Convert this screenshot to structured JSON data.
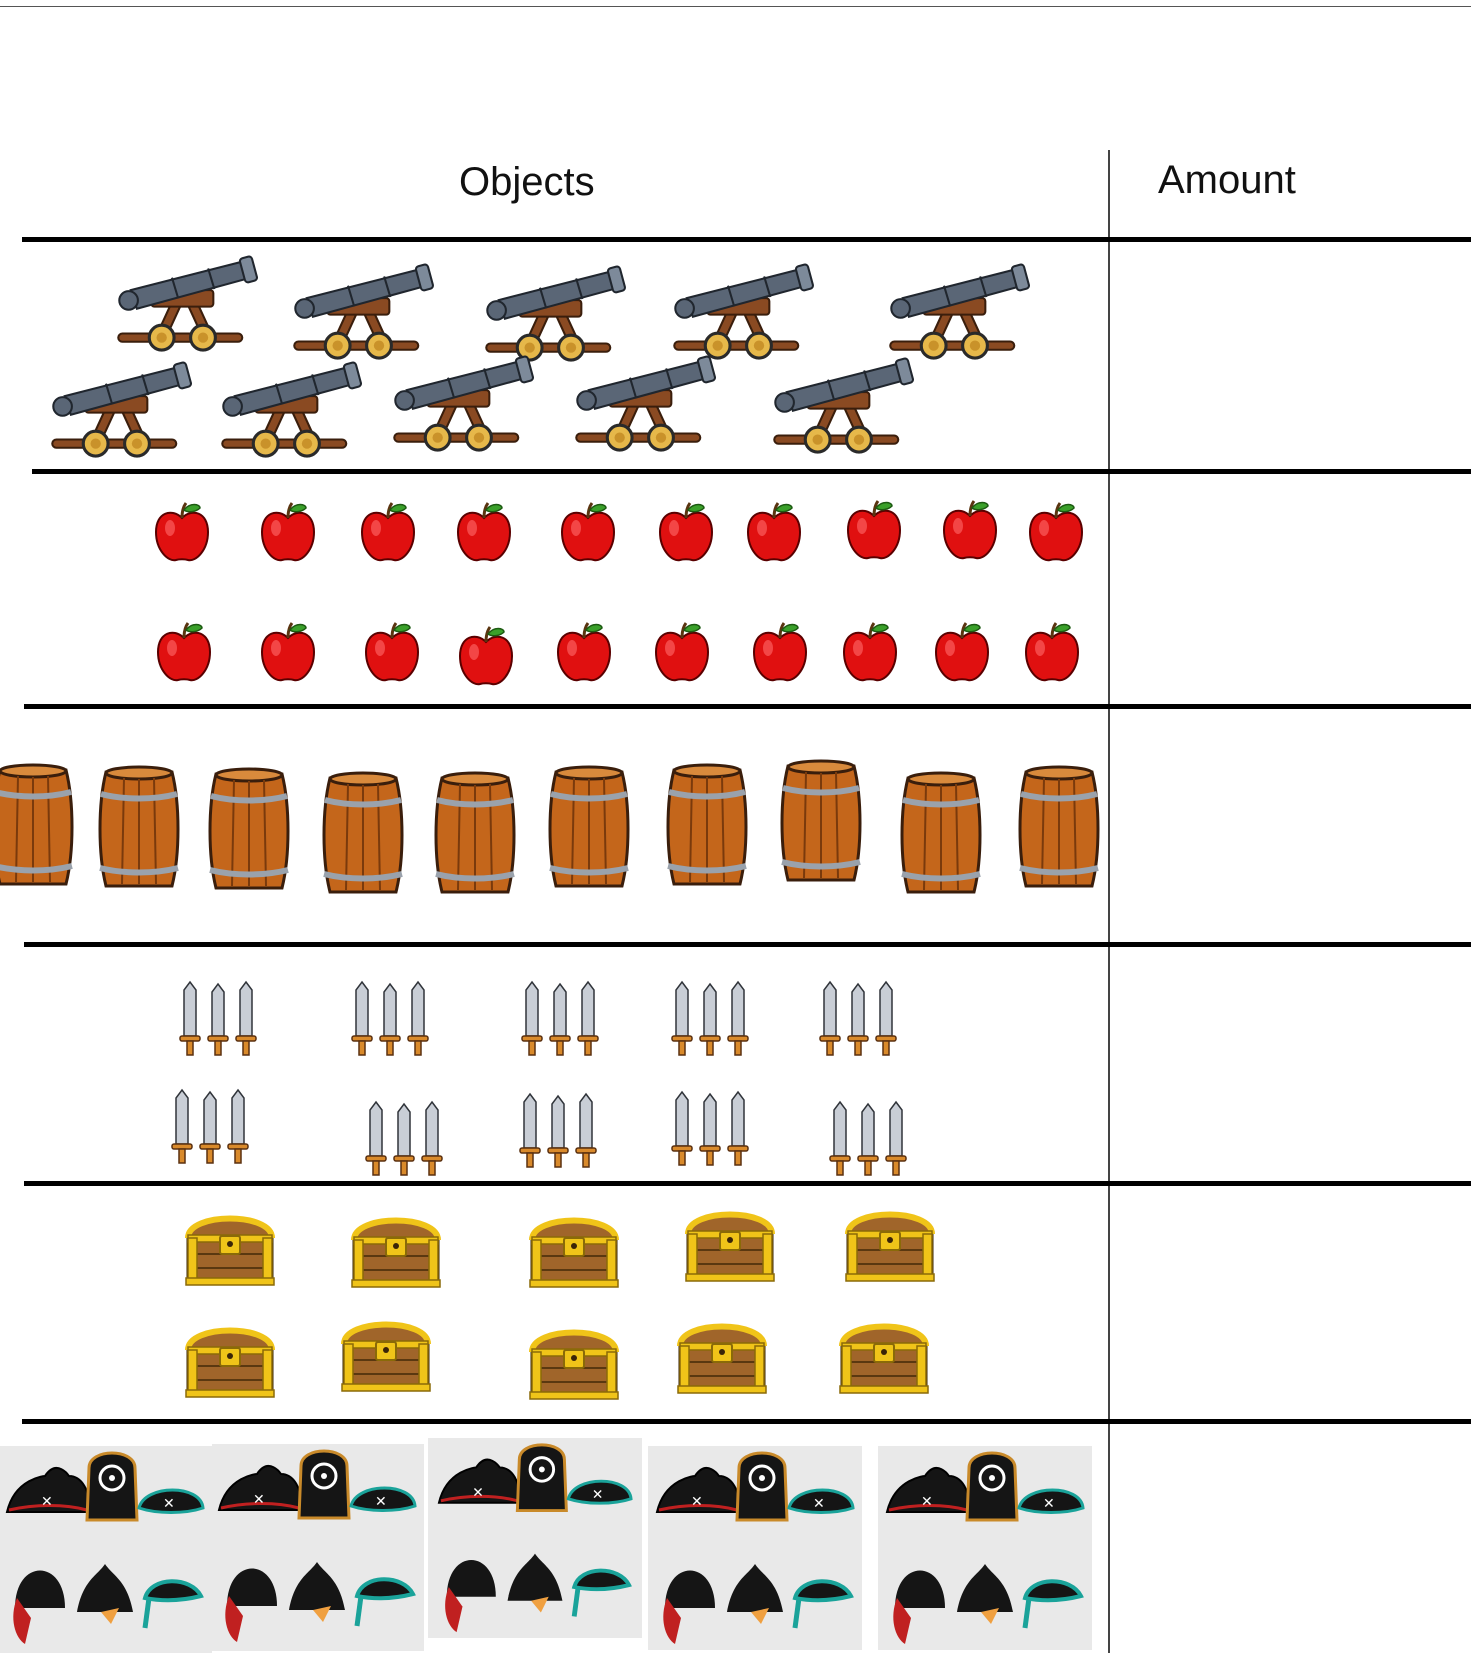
{
  "table": {
    "headers": {
      "objects": "Objects",
      "amount": "Amount"
    },
    "rows": [
      {
        "object": "cannon",
        "icon": "cannon-icon"
      },
      {
        "object": "apple",
        "icon": "apple-icon"
      },
      {
        "object": "barrel",
        "icon": "barrel-icon"
      },
      {
        "object": "swords",
        "icon": "sword-icon"
      },
      {
        "object": "treasure chest",
        "icon": "treasure-chest-icon"
      },
      {
        "object": "pirate hats",
        "icon": "pirate-hat-icon"
      }
    ]
  },
  "colors": {
    "apple_red": "#e01010",
    "barrel_wood": "#c4661b",
    "cannon_barrel": "#5a6676",
    "cannon_carriage": "#8a4a22",
    "chest_gold": "#f0c419",
    "chest_wood": "#a0652a",
    "sword_blade": "#c9ced6",
    "sword_hilt": "#d98a2b",
    "hat_panel_bg": "#e9e9e9"
  }
}
